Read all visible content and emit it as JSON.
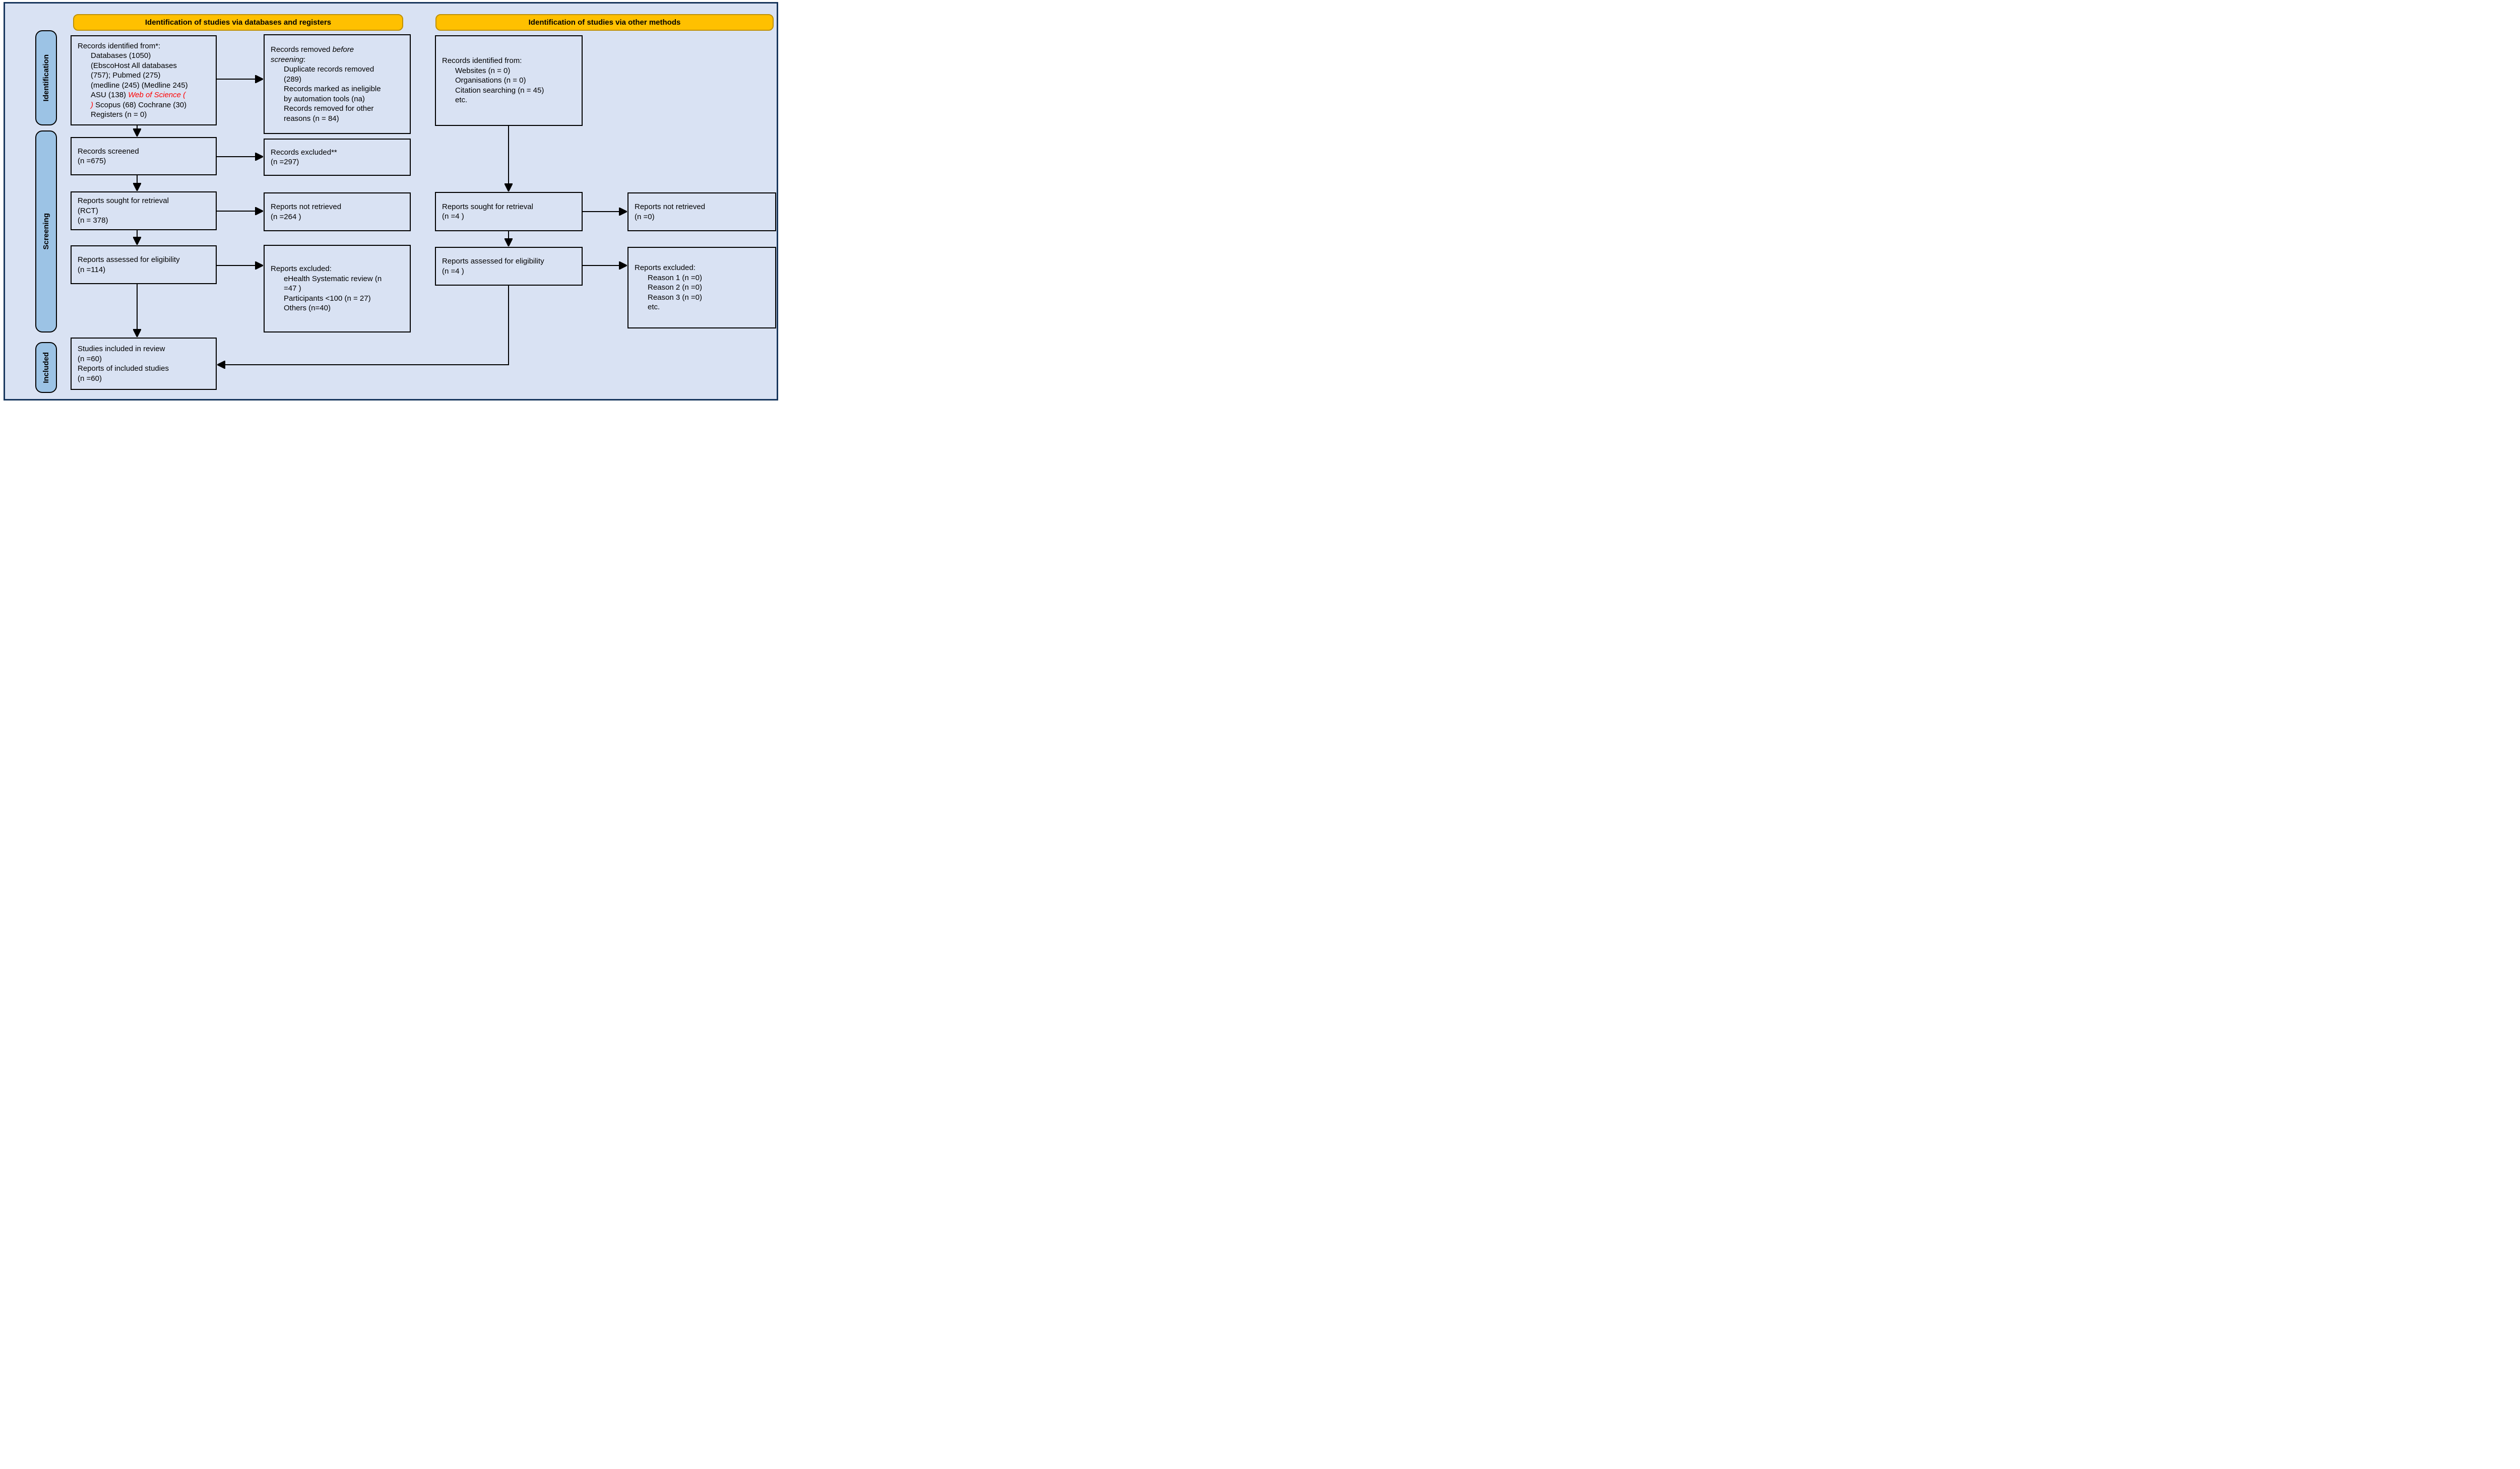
{
  "colors": {
    "canvas_background": "#FFFFFF",
    "diagram_background": "#D9E2F3",
    "frame_border": "#17365D",
    "box_fill": "#D9E2F3",
    "box_border": "#000000",
    "header_fill": "#FFC000",
    "header_border": "#BF9000",
    "sidebar_fill": "#9CC3E5",
    "sidebar_border": "#000000",
    "arrow": "#000000",
    "red_text": "#FF0000",
    "text": "#000000"
  },
  "headers": {
    "databases": "Identification of studies via databases and registers",
    "other": "Identification of studies via other methods"
  },
  "stages": {
    "identification": "Identification",
    "screening": "Screening",
    "included": "Included"
  },
  "boxes": {
    "db_identified": {
      "intro": "Records identified from*:",
      "l1": "Databases (1050)",
      "l2": "(EbscoHost All databases",
      "l3": "(757); Pubmed (275)",
      "l4": "(medline (245) (Medline 245)",
      "l5a": "ASU (138) ",
      "l5b": "Web of Science (",
      "l6a": ") ",
      "l6b": "Scopus (68) Cochrane (30)",
      "l7": "Registers (n = 0)"
    },
    "records_removed": {
      "intro_a": "Records removed ",
      "intro_b": "before\nscreening",
      "intro_c": ":",
      "i1": "Duplicate records removed\n(289)",
      "i2": "Records marked as ineligible\nby automation tools (na)",
      "i3": "Records removed for other\nreasons (n = 84)"
    },
    "records_screened": {
      "l1": "Records screened",
      "l2": "(n =675)"
    },
    "records_excluded": {
      "l1": "Records excluded**",
      "l2": "(n =297)"
    },
    "reports_sought_db": {
      "l1": "Reports sought for retrieval",
      "l2": "(RCT)",
      "l3": "(n = 378)"
    },
    "reports_not_retrieved_db": {
      "l1": "Reports not retrieved",
      "l2": "(n =264 )"
    },
    "reports_assessed_db": {
      "l1": "Reports assessed for eligibility",
      "l2": "(n =114)"
    },
    "reports_excluded_db": {
      "intro": "Reports excluded:",
      "i1": "eHealth Systematic review (n\n=47 )",
      "i2": "Participants <100 (n = 27)",
      "i3": "Others (n=40)"
    },
    "studies_included": {
      "l1": "Studies included in review",
      "l2": "(n =60)",
      "l3": "Reports of included studies",
      "l4": "(n =60)"
    },
    "other_identified": {
      "intro": "Records identified from:",
      "i1": "Websites (n = 0)",
      "i2": "Organisations (n = 0)",
      "i3": "Citation searching (n = 45)",
      "i4": "etc."
    },
    "reports_sought_other": {
      "l1": "Reports sought for retrieval",
      "l2": "(n =4 )"
    },
    "reports_not_retrieved_other": {
      "l1": "Reports not retrieved",
      "l2": "(n =0)"
    },
    "reports_assessed_other": {
      "l1": "Reports assessed for eligibility",
      "l2": "(n =4 )"
    },
    "reports_excluded_other": {
      "intro": "Reports excluded:",
      "i1": "Reason 1 (n =0)",
      "i2": "Reason 2 (n =0)",
      "i3": "Reason 3 (n =0)",
      "i4": "etc."
    }
  }
}
